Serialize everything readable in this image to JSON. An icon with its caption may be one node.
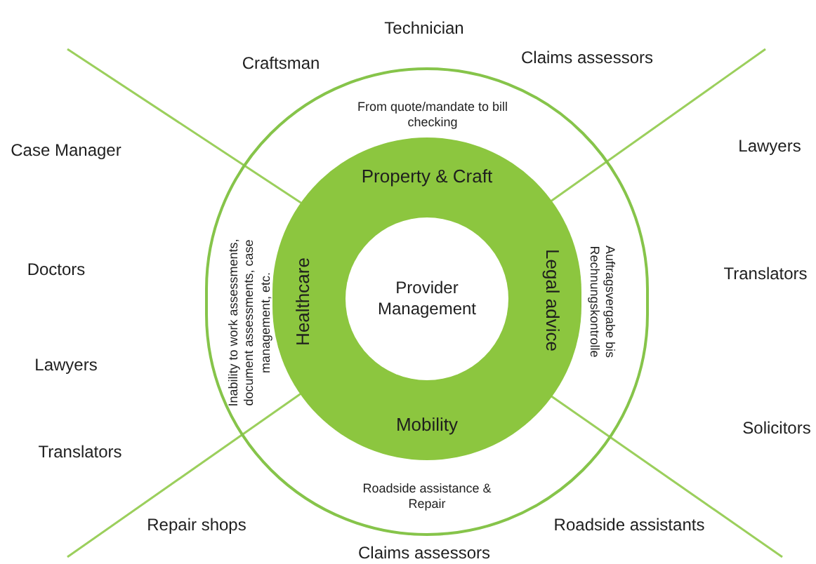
{
  "diagram": {
    "nodes": [
      {
        "text": [
          "From quote/mandate to bill checking",
          "Inability to work assessments, document assessments, case management, etc.",
          "Auftragsvergabe bis Rechnungskontrolle",
          "Roadside assistance & Repair"
        ]
      },
      {
        "text": [
          "Property & Craft",
          "Healthcare",
          "Legal advice",
          "Mobility"
        ],
        "in": 0
      },
      {
        "text": [
          "Provider Management"
        ],
        "in": 1
      }
    ],
    "labels": [
      "Technician",
      "Craftsman",
      "Claims assessors",
      "Case Manager",
      "Lawyers",
      "Doctors",
      "Translators",
      "Lawyers",
      "Solicitors",
      "Translators",
      "Repair shops",
      "Roadside assistants",
      "Claims assessors"
    ]
  }
}
